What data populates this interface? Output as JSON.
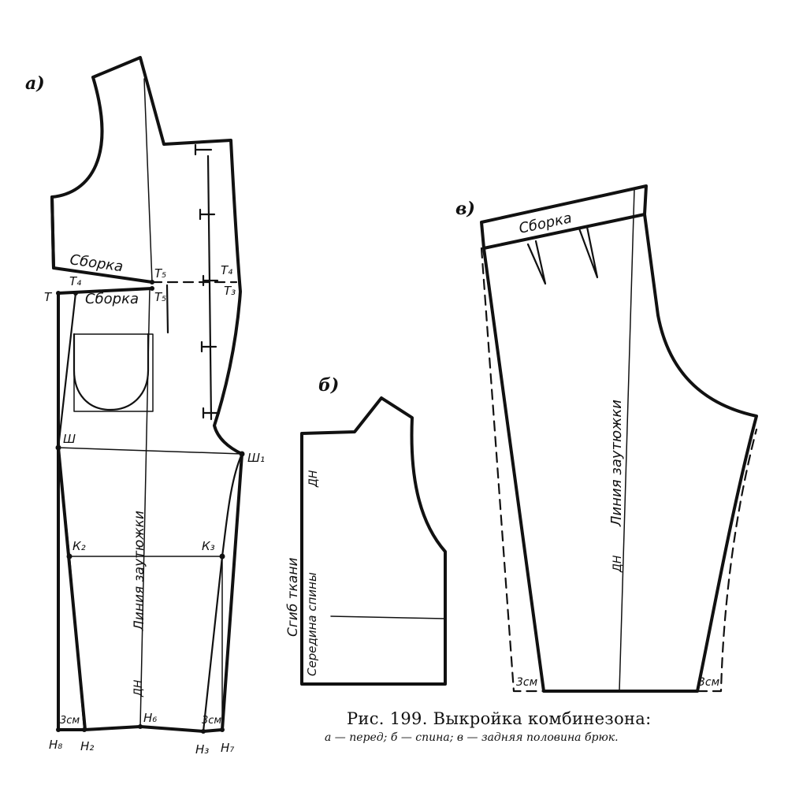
{
  "panels": {
    "a": "а)",
    "b": "б)",
    "v": "в)"
  },
  "front": {
    "gather_upper": "Сборка",
    "gather_lower": "Сборка",
    "grain_line": "Линия заутюжки",
    "grain_mark": "ДН",
    "points": {
      "T": "Т",
      "T4_left": "Т₄",
      "T5_upper": "Т₅",
      "T5_lower": "Т₅",
      "T4_right": "Т₄",
      "T3": "Т₃",
      "Sh": "Ш",
      "Sh1": "Ш₁",
      "K2": "К₂",
      "K3": "К₃",
      "H6": "Н₆",
      "H8": "Н₈",
      "H2": "Н₂",
      "H3": "Н₃",
      "H7": "Н₇"
    },
    "hem_left": "3см",
    "hem_right": "3см"
  },
  "back_bodice": {
    "fold": "Сгиб ткани",
    "center": "Середина спины",
    "grain_mark": "ДН"
  },
  "back_trousers": {
    "gather": "Сборка",
    "grain_line": "Линия заутюжки",
    "grain_mark": "ДН",
    "hem_left": "3см",
    "hem_right": "3см"
  },
  "caption": {
    "title": "Рис. 199. Выкройка комбинезона:",
    "legend": "а — перед; б — спина; в — задняя половина брюк."
  }
}
